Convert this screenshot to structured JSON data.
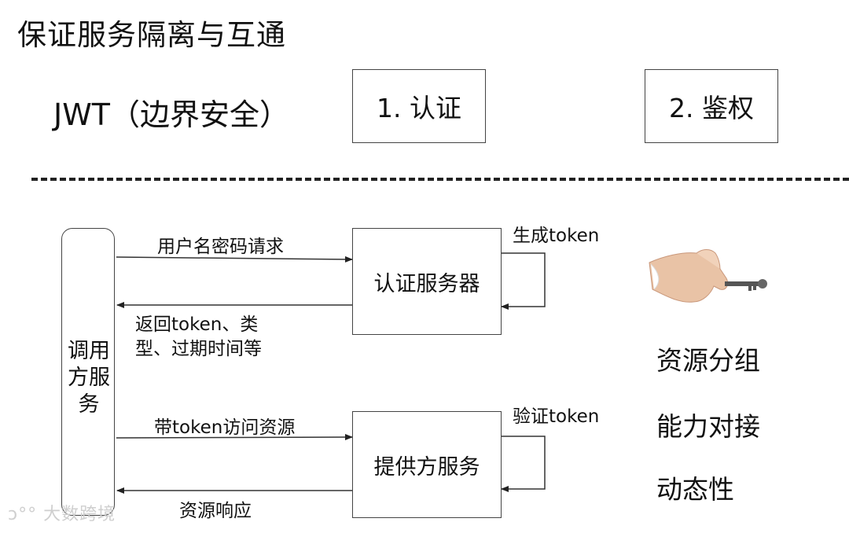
{
  "title": "保证服务隔离与互通",
  "jwt_label": "JWT（边界安全）",
  "steps": {
    "step1": "1. 认证",
    "step2": "2. 鉴权"
  },
  "caller": {
    "label": "调用方服务"
  },
  "auth_server": {
    "label": "认证服务器",
    "loop_label": "生成token"
  },
  "provider": {
    "label": "提供方服务",
    "loop_label": "验证token"
  },
  "arrows": {
    "request": "用户名密码请求",
    "response_line1": "返回token、类",
    "response_line2": "型、过期时间等",
    "access": "带token访问资源",
    "resource_response": "资源响应"
  },
  "features": [
    "资源分组",
    "能力对接",
    "动态性"
  ],
  "watermark": "大数跨境",
  "icons": {
    "key": "hand-holding-key-icon",
    "watermark_logo": "logo-icon"
  }
}
